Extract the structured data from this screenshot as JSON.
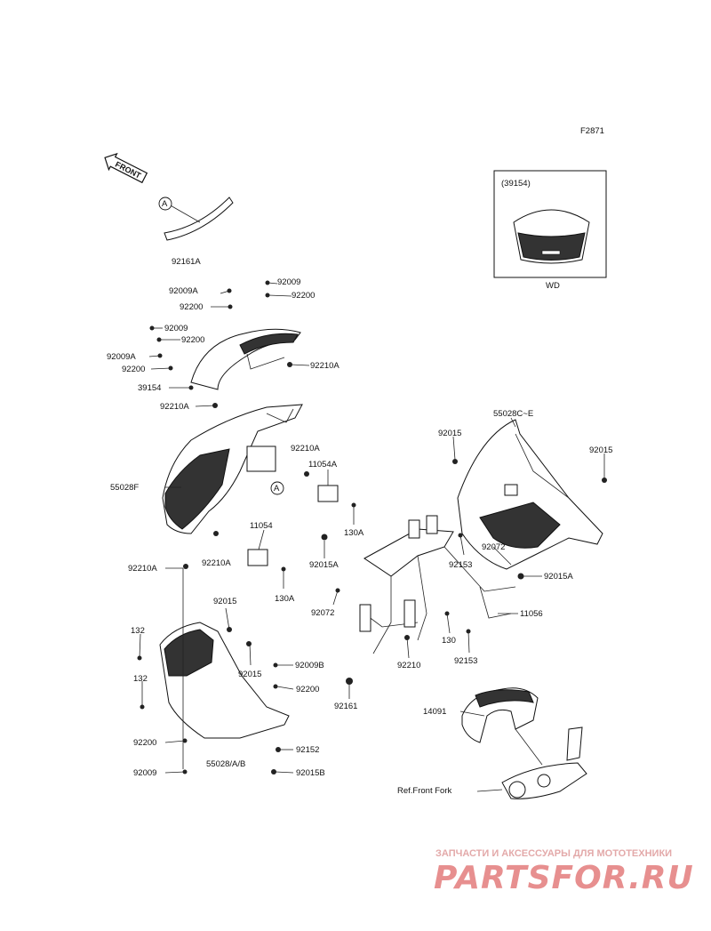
{
  "figure_code": "F2871",
  "front_arrow": "FRONT",
  "inset": {
    "title": "(39154)",
    "caption": "WD"
  },
  "callout_marker": "A",
  "labels": {
    "p92161A": "92161A",
    "p92009A_1": "92009A",
    "p92009_1": "92009",
    "p92200_1": "92200",
    "p92200_2": "92200",
    "p92009_2": "92009",
    "p92200_3": "92200",
    "p92009A_2": "92009A",
    "p92200_4": "92200",
    "p92210A_1": "92210A",
    "p39154": "39154",
    "p92210A_2": "92210A",
    "p55028CE": "55028C~E",
    "p92015_1": "92015",
    "p92015_2": "92015",
    "p92210A_3": "92210A",
    "p11054A": "11054A",
    "p55028F": "55028F",
    "p130A_1": "130A",
    "p11054": "11054",
    "p92210A_4": "92210A",
    "p92210A_5": "92210A",
    "p92015A_1": "92015A",
    "p92153_1": "92153",
    "p92072_1": "92072",
    "p92015A_2": "92015A",
    "p130A_2": "130A",
    "p92072_2": "92072",
    "p92015_3": "92015",
    "p11056": "11056",
    "p132_1": "132",
    "p130": "130",
    "p92153_2": "92153",
    "p92210": "92210",
    "p92015_4": "92015",
    "p92009B": "92009B",
    "p132_2": "132",
    "p92200_5": "92200",
    "p92161": "92161",
    "p14091": "14091",
    "p92200_6": "92200",
    "p92152": "92152",
    "p55028AB": "55028/A/B",
    "p92009_3": "92009",
    "p92015B": "92015B",
    "ref_front_fork": "Ref.Front Fork"
  },
  "watermark": {
    "tagline": "ЗАПЧАСТИ И АКСЕССУАРЫ ДЛЯ МОТОТЕХНИКИ",
    "logo": "PARTSFOR.RU"
  }
}
